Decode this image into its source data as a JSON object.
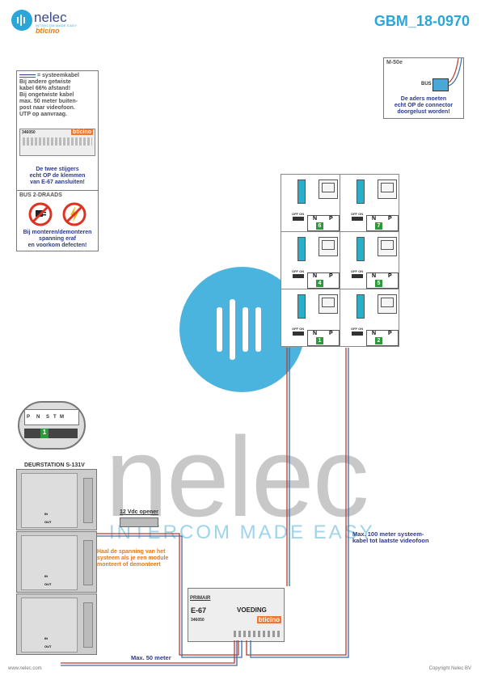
{
  "header": {
    "logo_name": "nelec",
    "logo_tagline": "INTERCOM MADE EASY",
    "logo_brand": "bticino",
    "doc_code": "GBM_18-0970"
  },
  "note_cable": {
    "line1": "= systeemkabel",
    "lines": [
      "Bij andere getwiste",
      "kabel 66% afstand!",
      "Bij ongetwiste kabel",
      "max. 50 meter buiten-",
      "post naar videofoon.",
      "UTP op aanvraag."
    ],
    "device_code": "346050",
    "device_brand": "bticino",
    "blue_lines": [
      "De twee stijgers",
      "echt OP de klemmen",
      "van E-67 aansluiten!"
    ]
  },
  "note_bus": {
    "title": "BUS 2-DRAADS",
    "blue_lines": [
      "Bij monteren/demonteren",
      "spanning eraf",
      "en voorkom defecten!"
    ]
  },
  "note_m50e": {
    "title": "M-50e",
    "bus_label": "BUS",
    "blue_lines": [
      "De aders moeten",
      "echt OP de connector",
      "doorgelust worden!"
    ]
  },
  "monitors": {
    "n_label": "N",
    "p_label": "P",
    "off_on": "OFF ON",
    "units": [
      {
        "id": "6"
      },
      {
        "id": "7"
      },
      {
        "id": "4"
      },
      {
        "id": "5"
      },
      {
        "id": "1"
      },
      {
        "id": "2"
      }
    ]
  },
  "door_station": {
    "title": "DEURSTATION S-131V",
    "detail_labels": [
      "P",
      "N",
      "S",
      "T",
      "M"
    ],
    "detail_value": "1",
    "in_label": "IN",
    "out_label": "OUT",
    "opener": "12 Vdc opener",
    "warning": [
      "Haal de spanning van het",
      "systeem als je een module",
      "monteert of demonteert"
    ]
  },
  "power_supply": {
    "primary": "PRIMAIR",
    "model": "E-67",
    "name": "VOEDING",
    "brand": "bticino",
    "code": "346050"
  },
  "annotations": {
    "max100": [
      "Max. 100 meter systeem-",
      "kabel tot laatste videofoon"
    ],
    "max50": "Max. 50 meter"
  },
  "watermark": {
    "word": "nelec",
    "tagline": "INTERCOM MADE EASY"
  },
  "footer": {
    "website": "www.nelec.com",
    "copyright": "Copyright Nelec BV"
  },
  "colors": {
    "accent": "#2aa6d8",
    "navy": "#2d3a8c",
    "orange": "#e77b1c",
    "wire_red": "#c0392b",
    "wire_blue": "#3a6ea5"
  }
}
